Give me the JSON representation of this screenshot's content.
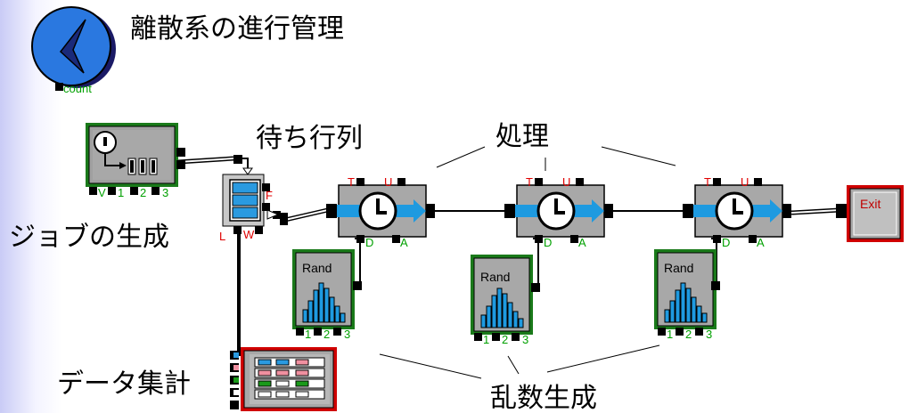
{
  "labels": {
    "title": "離散系の進行管理",
    "queue": "待ち行列",
    "process": "処理",
    "generate": "ジョブの生成",
    "collect": "データ集計",
    "random": "乱数生成"
  },
  "ports": {
    "count": "count",
    "v": "V",
    "one": "1",
    "two": "2",
    "three": "3",
    "f": "F",
    "l": "L",
    "w": "W",
    "t": "T",
    "u": "U",
    "d": "D",
    "a": "A"
  },
  "blocks": {
    "rand": "Rand",
    "exit": "Exit"
  },
  "colors": {
    "green": "#1a7a1a",
    "red": "#d00000",
    "blue": "#1e7ad8",
    "gray": "#a8a8a8"
  }
}
